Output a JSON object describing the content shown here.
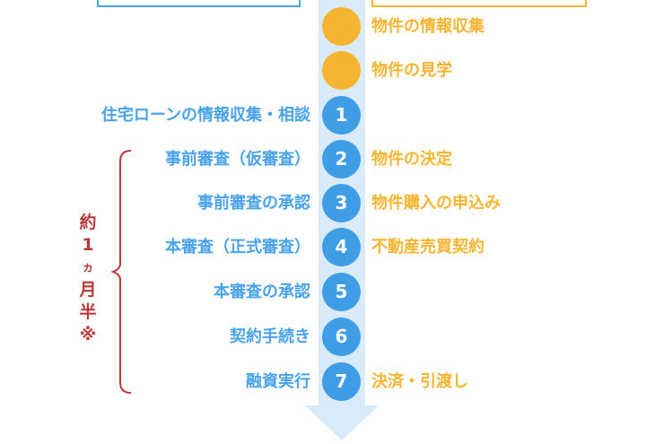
{
  "colors": {
    "blue": "#4aa3e8",
    "orange": "#f6b530",
    "circle_blue": "#3f9de6",
    "red": "#b83a3a"
  },
  "steps": [
    {
      "left": "",
      "num": "",
      "right": "物件の情報収集",
      "circle": "orange"
    },
    {
      "left": "",
      "num": "",
      "right": "物件の見学",
      "circle": "orange"
    },
    {
      "left": "住宅ローンの情報収集・相談",
      "num": "1",
      "right": ""
    },
    {
      "left": "事前審査（仮審査）",
      "num": "2",
      "right": "物件の決定"
    },
    {
      "left": "事前審査の承認",
      "num": "3",
      "right": "物件購入の申込み"
    },
    {
      "left": "本審査（正式審査）",
      "num": "4",
      "right": "不動産売買契約"
    },
    {
      "left": "本審査の承認",
      "num": "5",
      "right": ""
    },
    {
      "left": "契約手続き",
      "num": "6",
      "right": ""
    },
    {
      "left": "融資実行",
      "num": "7",
      "right": "決済・引渡し"
    }
  ],
  "period": {
    "chars": [
      "約",
      "1",
      "ヵ",
      "月",
      "半",
      "※"
    ]
  }
}
